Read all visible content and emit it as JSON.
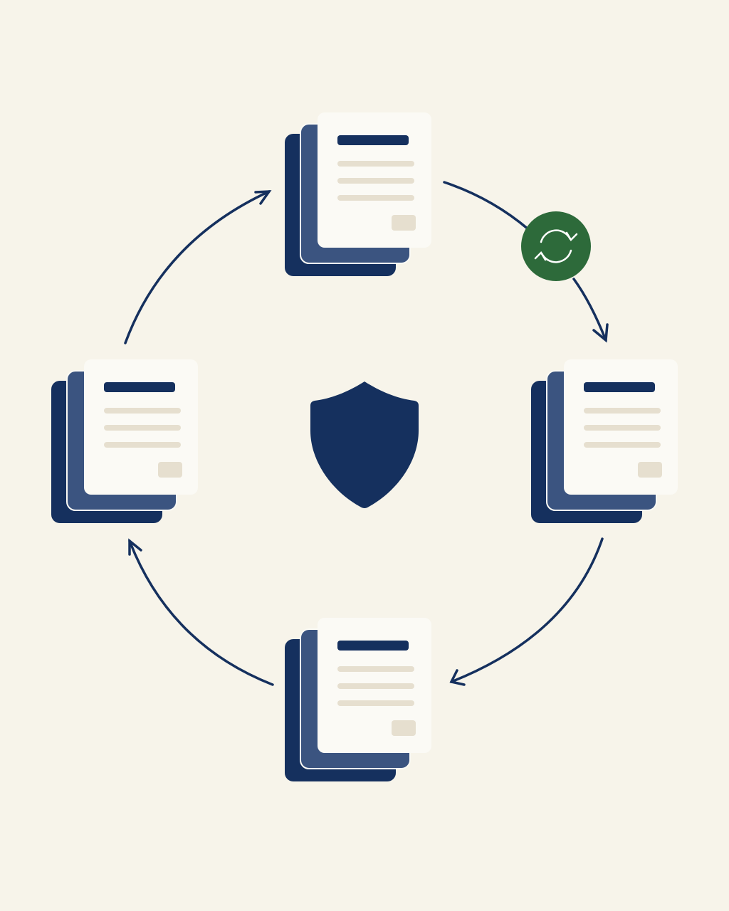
{
  "colors": {
    "background": "#f7f4ea",
    "navy": "#15305e",
    "navy_mid": "#3b5480",
    "paper": "#fbfaf5",
    "placeholder_beige": "#e6dfcf",
    "sync_green": "#2d6a3a",
    "sync_arrow_white": "#ffffff"
  },
  "nodes": [
    {
      "id": "top",
      "icon": "document-stack-icon"
    },
    {
      "id": "right",
      "icon": "document-stack-icon"
    },
    {
      "id": "bottom",
      "icon": "document-stack-icon"
    },
    {
      "id": "left",
      "icon": "document-stack-icon"
    }
  ],
  "center": {
    "icon": "shield-icon"
  },
  "badge": {
    "icon": "sync-icon",
    "on_edge": "top-to-right"
  },
  "edges": [
    {
      "from": "top",
      "to": "right",
      "direction": "clockwise"
    },
    {
      "from": "right",
      "to": "bottom",
      "direction": "clockwise"
    },
    {
      "from": "bottom",
      "to": "left",
      "direction": "clockwise"
    },
    {
      "from": "left",
      "to": "top",
      "direction": "clockwise"
    }
  ]
}
